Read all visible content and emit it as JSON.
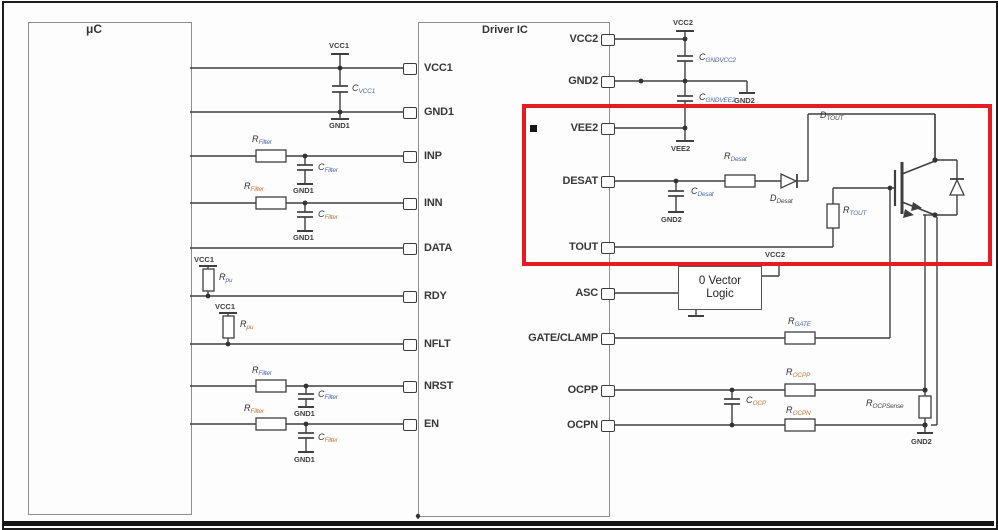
{
  "blocks": {
    "uc_title": "μC",
    "driver_title": "Driver IC",
    "asc_logic_line1": "0 Vector",
    "asc_logic_line2": "Logic"
  },
  "pins": {
    "left": [
      "VCC1",
      "GND1",
      "INP",
      "INN",
      "DATA",
      "RDY",
      "NFLT",
      "NRST",
      "EN"
    ],
    "right": [
      "VCC2",
      "GND2",
      "VEE2",
      "DESAT",
      "TOUT",
      "ASC",
      "GATE/CLAMP",
      "OCPP",
      "OCPN"
    ]
  },
  "rails": {
    "vcc1": "VCC1",
    "gnd1": "GND1",
    "vcc2": "VCC2",
    "gnd2": "GND2",
    "vee2": "VEE2"
  },
  "components": {
    "cvcc1": {
      "main": "C",
      "sub": "VCC1"
    },
    "rfilter": {
      "main": "R",
      "sub": "Filter"
    },
    "cfilter": {
      "main": "C",
      "sub": "Filter"
    },
    "rpu": {
      "main": "R",
      "sub": "pu"
    },
    "cgndvcc2": {
      "main": "C",
      "sub": "GNDVCC2"
    },
    "cgndvee2": {
      "main": "C",
      "sub": "GNDVEE2"
    },
    "rdesat": {
      "main": "R",
      "sub": "Desat"
    },
    "cdesat": {
      "main": "C",
      "sub": "Desat"
    },
    "ddesat": {
      "main": "D",
      "sub": "Desat"
    },
    "dtout": {
      "main": "D",
      "sub": "TOUT"
    },
    "rtout": {
      "main": "R",
      "sub": "TOUT"
    },
    "rgate": {
      "main": "R",
      "sub": "GATE"
    },
    "rocpp": {
      "main": "R",
      "sub": "OCPP"
    },
    "rocpn": {
      "main": "R",
      "sub": "OCPN"
    },
    "cocp": {
      "main": "C",
      "sub": "OCP"
    },
    "rocpsense": {
      "main": "R",
      "sub": "OCPSense"
    }
  },
  "highlight_color": "#e51c23"
}
